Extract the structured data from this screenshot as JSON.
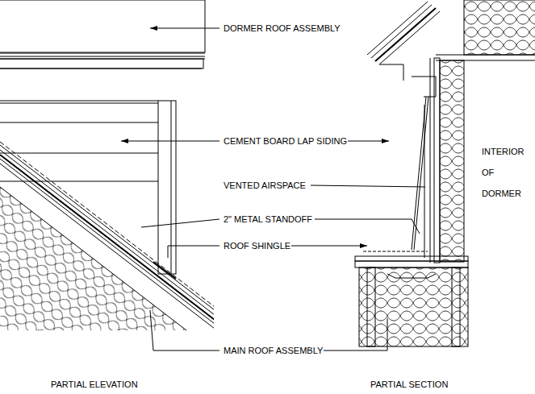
{
  "diagram": {
    "labels": [
      "DORMER ROOF ASSEMBLY",
      "CEMENT BOARD LAP SIDING",
      "VENTED AIRSPACE",
      "2\" METAL STANDOFF",
      "ROOF SHINGLE",
      "MAIN ROOF ASSEMBLY",
      "INTERIOR OF DORMER",
      "PARTIAL ELEVATION",
      "PARTIAL SECTION"
    ]
  }
}
